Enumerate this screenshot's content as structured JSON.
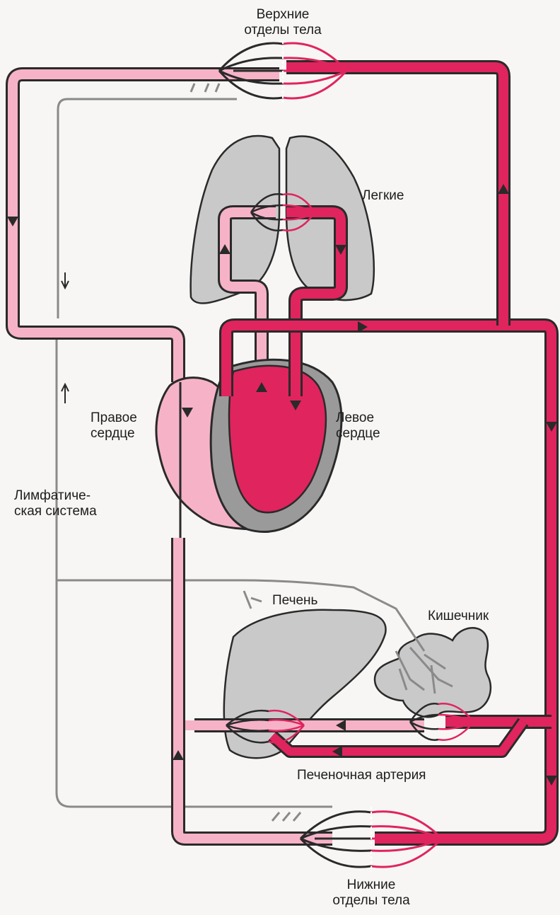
{
  "labels": {
    "upper_body_line1": "Верхние",
    "upper_body_line2": "отделы тела",
    "lungs": "Легкие",
    "right_heart_line1": "Правое",
    "right_heart_line2": "сердце",
    "left_heart_line1": "Левое",
    "left_heart_line2": "сердце",
    "lymph_line1": "Лимфатиче-",
    "lymph_line2": "ская система",
    "liver": "Печень",
    "intestine": "Кишечник",
    "hepatic_artery": "Печеночная артерия",
    "lower_body_line1": "Нижние",
    "lower_body_line2": "отделы тела"
  },
  "colors": {
    "arterial": "#e0245e",
    "venous": "#f6b3c8",
    "outline": "#2a2a2a",
    "organ": "#c9c9c9",
    "lymph": "#8a8a8a"
  }
}
